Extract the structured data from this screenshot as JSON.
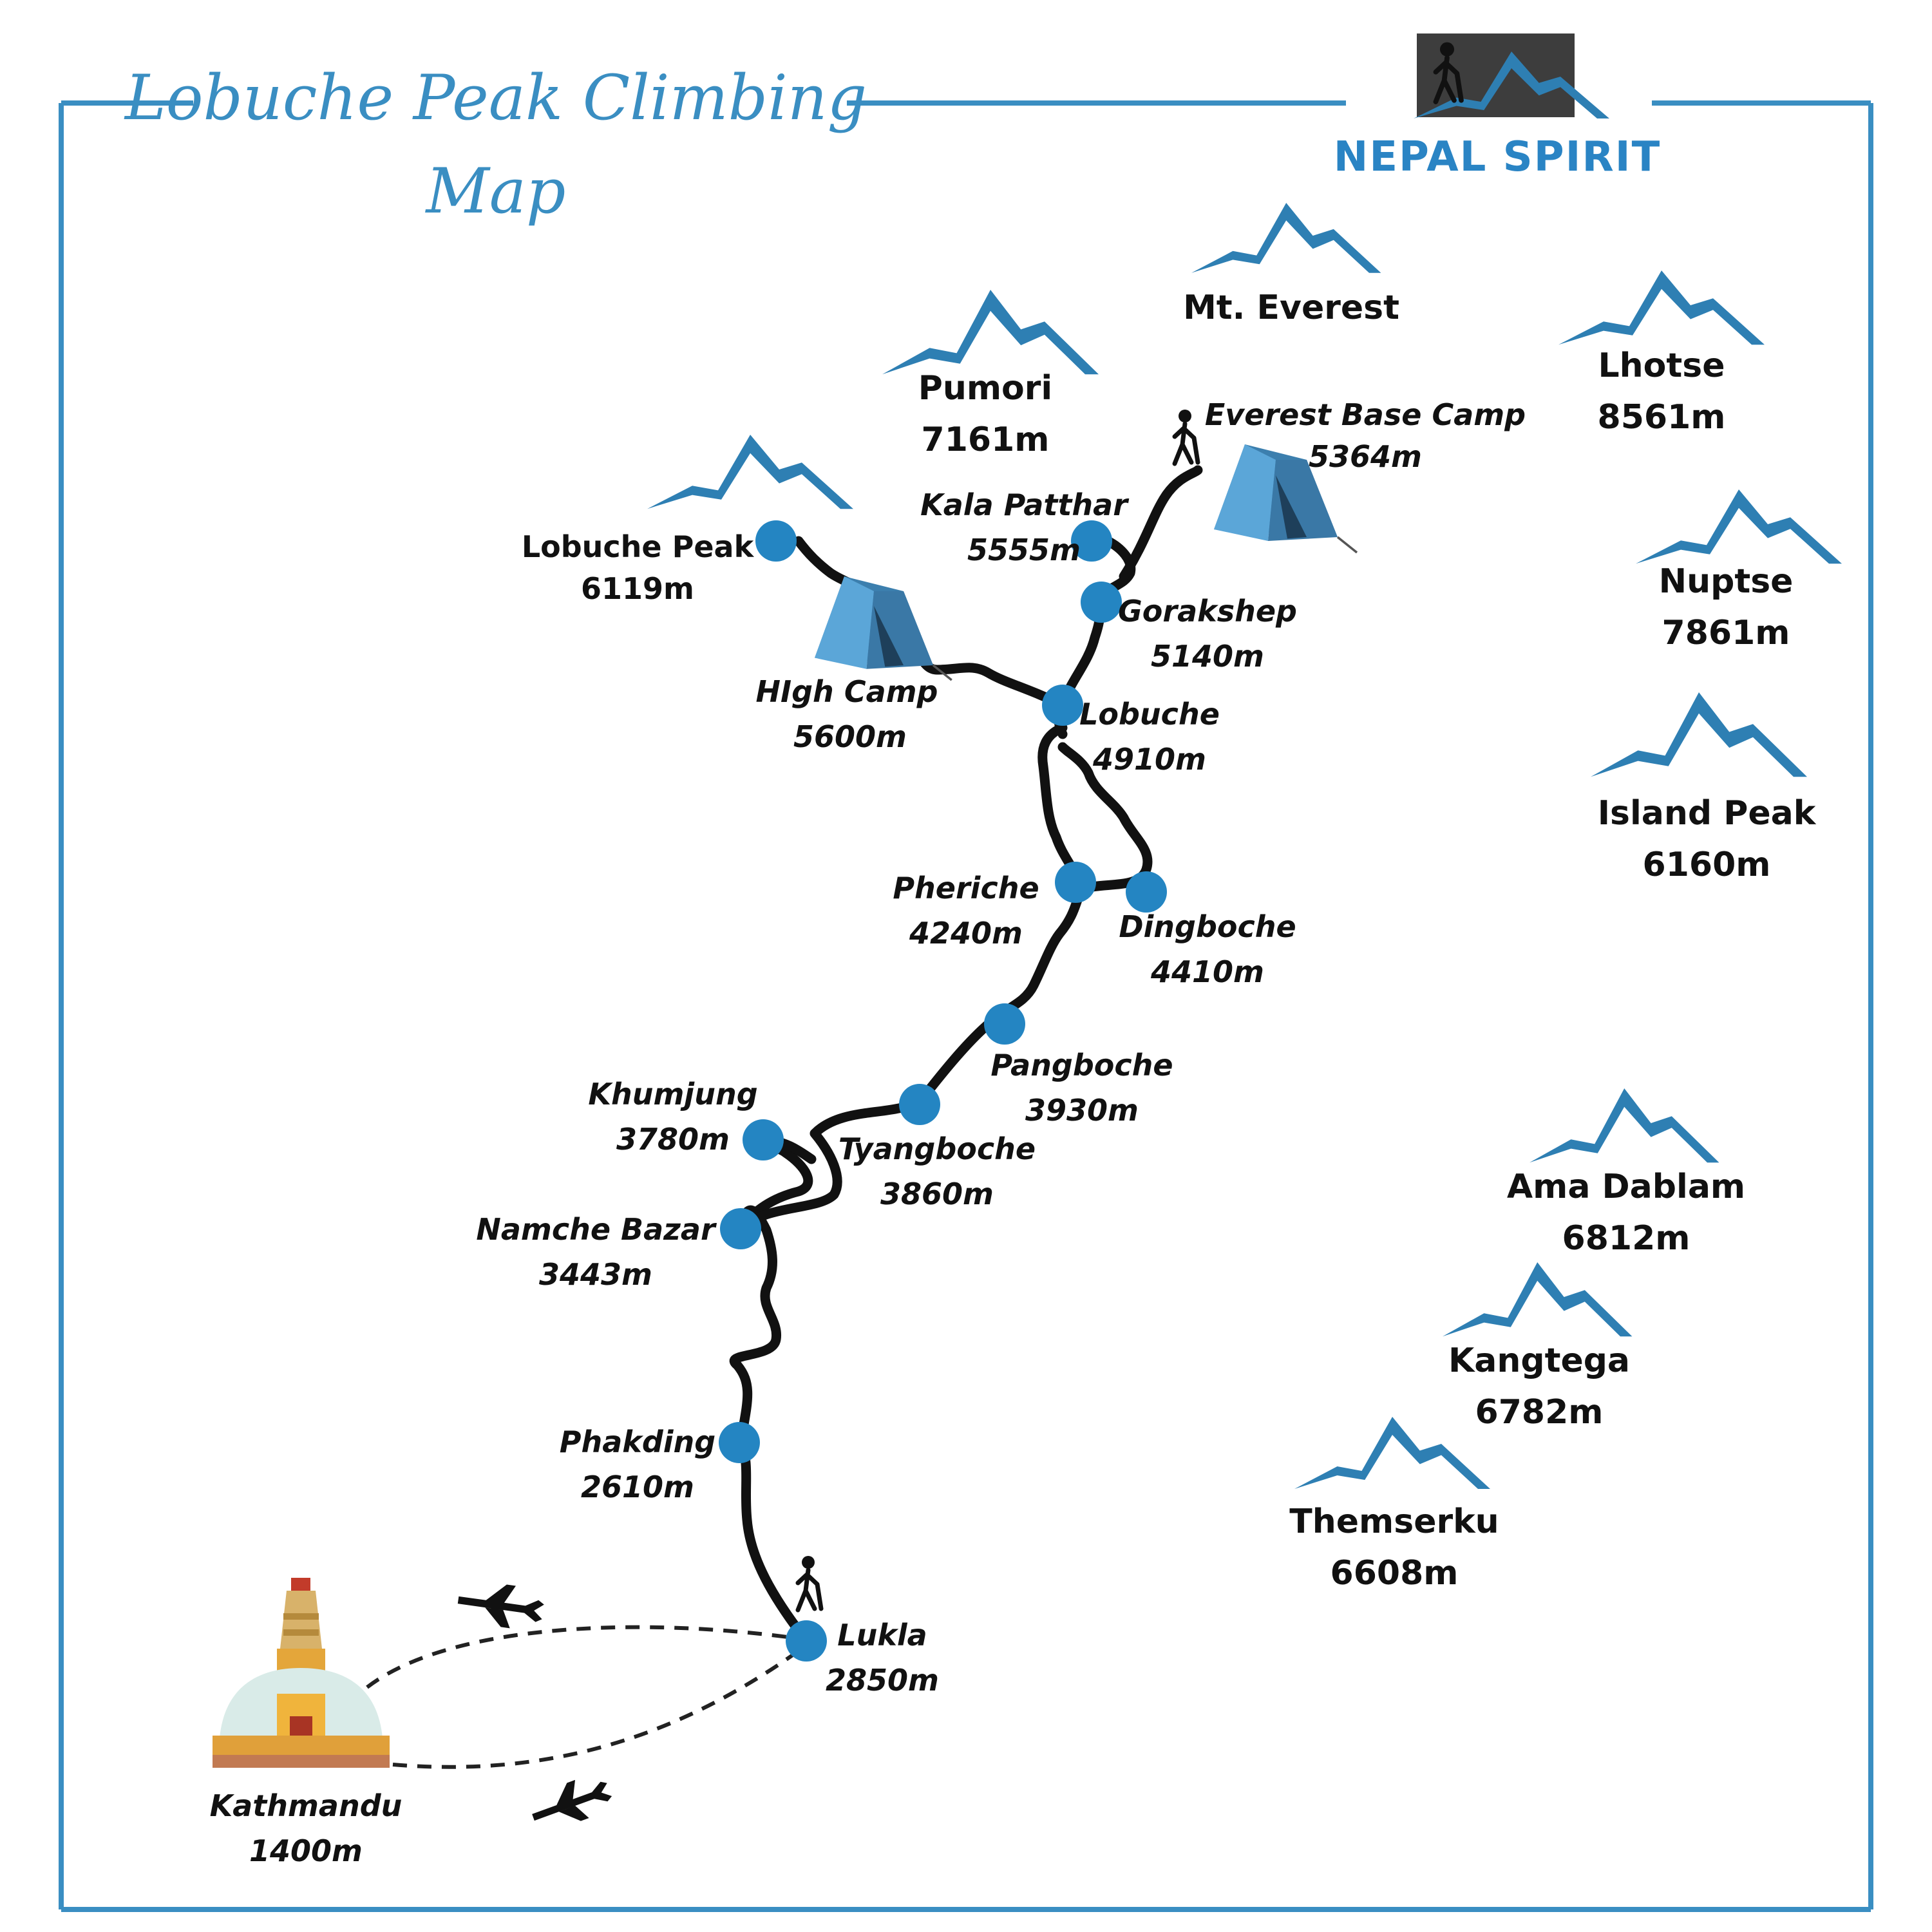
{
  "title": {
    "line1": "Lobuche Peak Climbing",
    "line2": "Map"
  },
  "brand": {
    "name": "NEPAL SPIRIT"
  },
  "colors": {
    "frame": "#3a8ec2",
    "dot": "#2485c2",
    "mountain": "#2e7fb3",
    "route": "#111111"
  },
  "peaks": [
    {
      "id": "everest",
      "name": "Mt. Everest",
      "elevation": ""
    },
    {
      "id": "pumori",
      "name": "Pumori",
      "elevation": "7161m"
    },
    {
      "id": "lhotse",
      "name": "Lhotse",
      "elevation": "8561m"
    },
    {
      "id": "nuptse",
      "name": "Nuptse",
      "elevation": "7861m"
    },
    {
      "id": "island",
      "name": "Island Peak",
      "elevation": "6160m"
    },
    {
      "id": "amadablam",
      "name": "Ama Dablam",
      "elevation": "6812m"
    },
    {
      "id": "kangtega",
      "name": "Kangtega",
      "elevation": "6782m"
    },
    {
      "id": "themserku",
      "name": "Themserku",
      "elevation": "6608m"
    }
  ],
  "stops": [
    {
      "id": "lobuche-peak",
      "name": "Lobuche Peak",
      "elevation": "6119m"
    },
    {
      "id": "high-camp",
      "name": "HIgh Camp",
      "elevation": "5600m"
    },
    {
      "id": "ebc",
      "name": "Everest Base Camp",
      "elevation": "5364m"
    },
    {
      "id": "kala-patthar",
      "name": "Kala Patthar",
      "elevation": "5555m"
    },
    {
      "id": "gorakshep",
      "name": "Gorakshep",
      "elevation": "5140m"
    },
    {
      "id": "lobuche",
      "name": "Lobuche",
      "elevation": "4910m"
    },
    {
      "id": "pheriche",
      "name": "Pheriche",
      "elevation": "4240m"
    },
    {
      "id": "dingboche",
      "name": "Dingboche",
      "elevation": "4410m"
    },
    {
      "id": "pangboche",
      "name": "Pangboche",
      "elevation": "3930m"
    },
    {
      "id": "tyangboche",
      "name": "Tyangboche",
      "elevation": "3860m"
    },
    {
      "id": "khumjung",
      "name": "Khumjung",
      "elevation": "3780m"
    },
    {
      "id": "namche",
      "name": "Namche Bazar",
      "elevation": "3443m"
    },
    {
      "id": "phakding",
      "name": "Phakding",
      "elevation": "2610m"
    },
    {
      "id": "lukla",
      "name": "Lukla",
      "elevation": "2850m"
    },
    {
      "id": "kathmandu",
      "name": "Kathmandu",
      "elevation": "1400m"
    }
  ]
}
